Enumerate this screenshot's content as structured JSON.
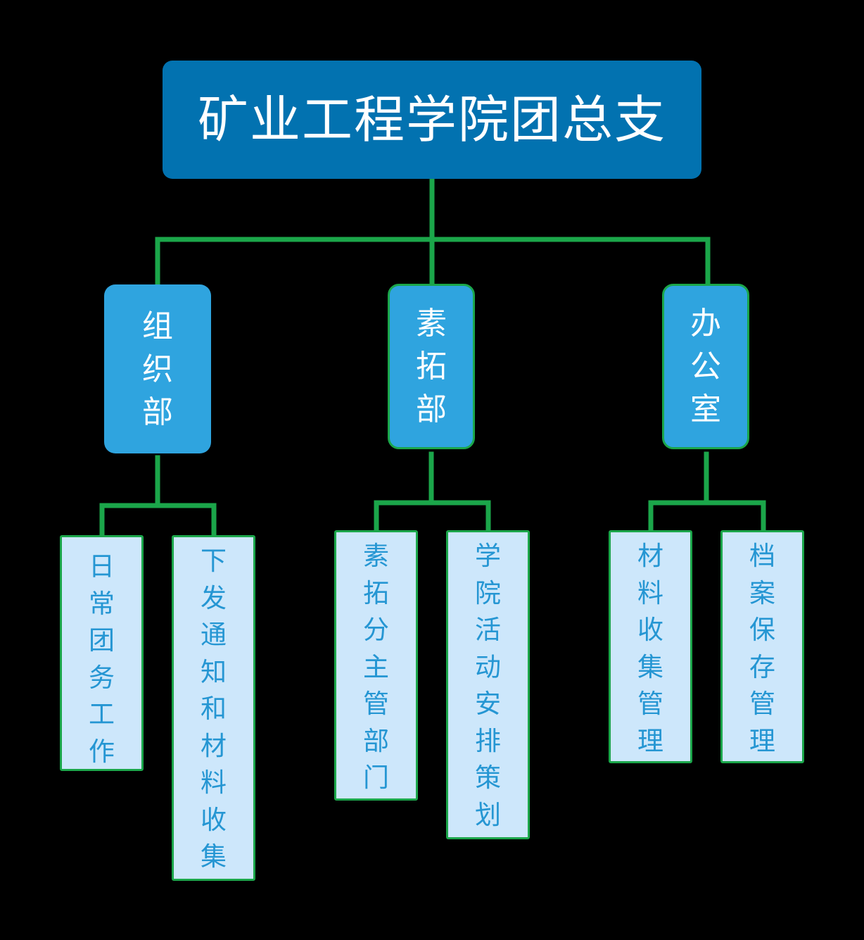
{
  "root": {
    "title": "矿业工程学院团总支"
  },
  "departments": [
    {
      "label": "组织部",
      "children": [
        "日常团务工作",
        "下发通知和材料收集"
      ]
    },
    {
      "label": "素拓部",
      "children": [
        "素拓分主管部门",
        "学院活动安排策划"
      ]
    },
    {
      "label": "办公室",
      "children": [
        "材料收集管理",
        "档案保存管理"
      ]
    }
  ],
  "colors": {
    "background": "#000000",
    "root_fill": "#0272B0",
    "dept_fill": "#2FA4DF",
    "leaf_fill": "#CDE7FB",
    "leaf_text": "#2596D3",
    "connector": "#1BA64A"
  }
}
